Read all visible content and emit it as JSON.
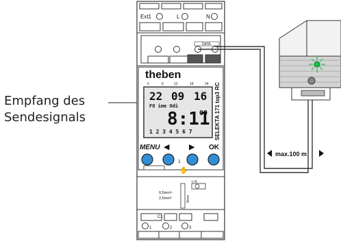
{
  "caption": {
    "line1": "Empfang des",
    "line2": "Sendesignals"
  },
  "device": {
    "top_terminals": [
      "Ext1",
      "L",
      "N"
    ],
    "data_label": "DATA",
    "brand": "theben",
    "model": "SELEKTA 171 top3 RC",
    "scale_ticks": [
      "0",
      "6",
      "12",
      "18",
      "24"
    ],
    "lcd": {
      "date": [
        "22",
        "09",
        "16"
      ],
      "info": "FO ime Odi",
      "time_main": "8:11",
      "time_sup": "00",
      "weekdays": "1 2 3 4 5 6 7"
    },
    "buttons": {
      "menu": "MENU",
      "left": "◀",
      "right": "▶",
      "ok": "OK",
      "mid_number": "1"
    },
    "wire_spec": {
      "line1": "0,5mm²-",
      "line2": "2,5mm²",
      "length": "8mm"
    },
    "ln_label": "L  N",
    "bottom_terminals": [
      "C1",
      "1",
      "2",
      "3"
    ]
  },
  "distance": {
    "label": "max.100 m"
  },
  "colors": {
    "button_blue": "#2f8fd6",
    "led_green": "#19c34a",
    "lcd_bg": "#e6e6e6"
  }
}
